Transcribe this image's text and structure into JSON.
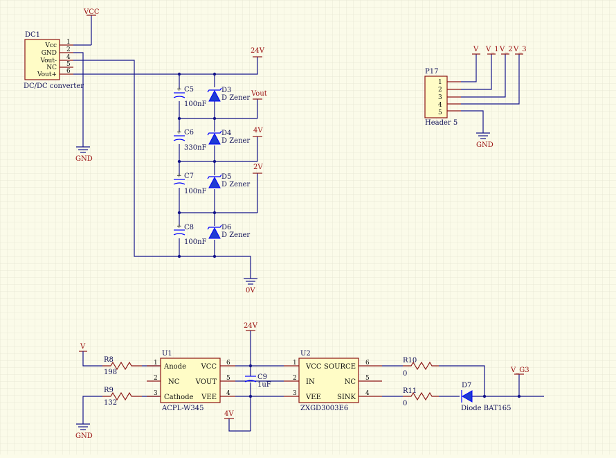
{
  "colors": {
    "background": "#fbfbe9",
    "grid": "#e3e3cf",
    "wire": "#14148a",
    "pin": "#0000ff",
    "body_fill": "#fffcc6",
    "body_edge": "#8b1414",
    "net_label": "#9a1010"
  },
  "nets": {
    "vcc": "VCC",
    "gnd_dc": "GND",
    "p24v_top": "24V",
    "vout": "Vout",
    "p4v_top": "4V",
    "p2v": "2V",
    "gnd_0v": "0V",
    "v": "V",
    "v1": "V_1",
    "v2": "V_2",
    "v3": "V_3",
    "gnd_header": "GND",
    "p24v_bottom": "24V",
    "v_bottom": "V",
    "gnd_bottom": "GND",
    "p4v_bottom": "4V",
    "v_g3": "V_G3"
  },
  "dc1": {
    "designator": "DC1",
    "comment": "DC/DC converter",
    "pins": [
      {
        "num": "1",
        "name": "Vcc"
      },
      {
        "num": "2",
        "name": "GND"
      },
      {
        "num": "4",
        "name": "Vout-"
      },
      {
        "num": "5",
        "name": "NC"
      },
      {
        "num": "6",
        "name": "Vout+"
      }
    ]
  },
  "caps": [
    {
      "des": "C5",
      "val": "100nF"
    },
    {
      "des": "C6",
      "val": "330nF"
    },
    {
      "des": "C7",
      "val": "100nF"
    },
    {
      "des": "C8",
      "val": "100nF"
    },
    {
      "des": "C9",
      "val": "1uF"
    }
  ],
  "zeners": [
    {
      "des": "D3",
      "val": "D Zener"
    },
    {
      "des": "D4",
      "val": "D Zener"
    },
    {
      "des": "D5",
      "val": "D Zener"
    },
    {
      "des": "D6",
      "val": "D Zener"
    }
  ],
  "p17": {
    "designator": "P17",
    "comment": "Header 5",
    "pins": [
      "1",
      "2",
      "3",
      "4",
      "5"
    ]
  },
  "resistors": [
    {
      "des": "R8",
      "val": "198"
    },
    {
      "des": "R9",
      "val": "132"
    },
    {
      "des": "R10",
      "val": "0"
    },
    {
      "des": "R11",
      "val": "0"
    }
  ],
  "u1": {
    "designator": "U1",
    "comment": "ACPL-W345",
    "left": [
      {
        "num": "1",
        "name": "Anode"
      },
      {
        "num": "2",
        "name": "NC"
      },
      {
        "num": "3",
        "name": "Cathode"
      }
    ],
    "right": [
      {
        "num": "6",
        "name": "VCC"
      },
      {
        "num": "5",
        "name": "VOUT"
      },
      {
        "num": "4",
        "name": "VEE"
      }
    ]
  },
  "u2": {
    "designator": "U2",
    "comment": "ZXGD3003E6",
    "left": [
      {
        "num": "1",
        "name": "VCC"
      },
      {
        "num": "2",
        "name": "IN"
      },
      {
        "num": "3",
        "name": "VEE"
      }
    ],
    "right": [
      {
        "num": "6",
        "name": "SOURCE"
      },
      {
        "num": "5",
        "name": "NC"
      },
      {
        "num": "4",
        "name": "SINK"
      }
    ]
  },
  "d7": {
    "designator": "D7",
    "comment": "Diode BAT165"
  }
}
